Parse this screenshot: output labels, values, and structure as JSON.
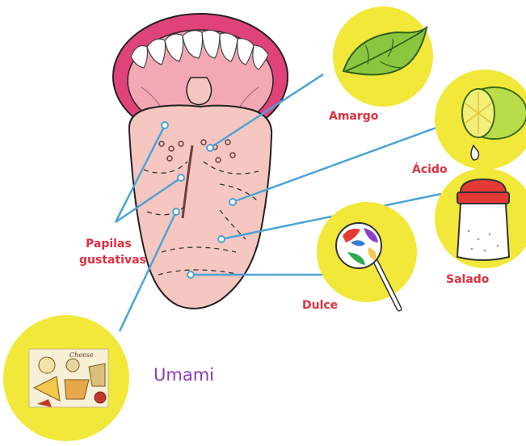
{
  "labels": {
    "amargo": "Amargo",
    "acido": "Ácido",
    "salado": "Salado",
    "dulce": "Dulce",
    "papilas_line1": "Papilas",
    "papilas_line2": "gustativas",
    "umami": "Umami",
    "cheese_caption": "Cheese"
  },
  "colors": {
    "taste_label": "#e0303f",
    "umami_label": "#8a3cb5",
    "circle_fill": "#f1e83a",
    "connector": "#4aa3d8",
    "tongue": "#f6c7c0",
    "lips": "#e0437a",
    "mouth_inside": "#f3a8b5"
  },
  "icons": {
    "amargo": "leaf-icon",
    "acido": "lemon-icon",
    "salado": "salt-shaker-icon",
    "dulce": "lollipop-icon",
    "umami": "cheese-icon"
  }
}
